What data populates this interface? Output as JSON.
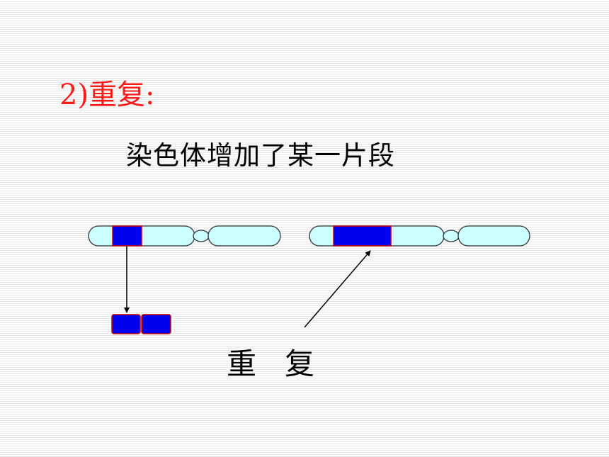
{
  "slide": {
    "title": "2)重复:",
    "subtitle": "染色体增加了某一片段",
    "label": "重   复"
  },
  "colors": {
    "title": "#ff1a1a",
    "chromosome_fill": "#ccffff",
    "chromosome_stroke": "#333333",
    "segment_fill": "#0000ee",
    "segment_stroke": "#cc0000",
    "text": "#000000"
  },
  "diagram": {
    "chromosomes": [
      {
        "name": "original-chromosome",
        "segments_marked": 1
      },
      {
        "name": "duplicated-chromosome",
        "segments_marked": 2
      }
    ],
    "extracted_segments": 2
  }
}
